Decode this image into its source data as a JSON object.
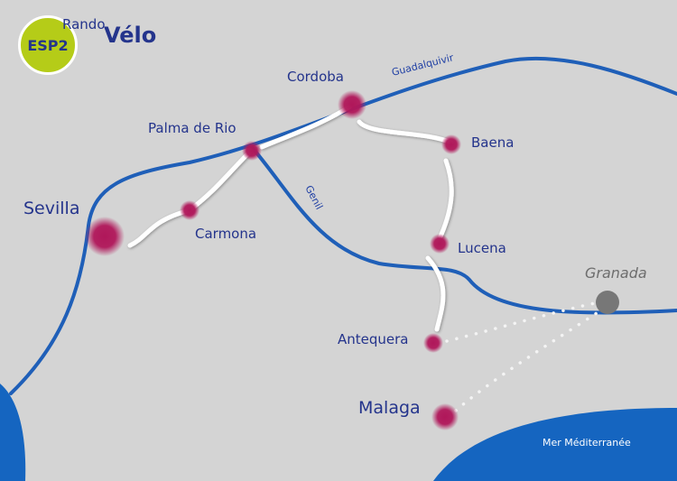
{
  "brand": {
    "badge": "ESP2",
    "name_small": "Rando",
    "name_large": "Vélo"
  },
  "colors": {
    "land": "#d4d4d4",
    "sea": "#1565c0",
    "river": "#1f5fb8",
    "route": "#ffffff",
    "city_dot": "#b0175a",
    "granada_dot": "#777777",
    "badge": "#b5cc18",
    "text": "#24348c"
  },
  "rivers": [
    {
      "id": "guadalquivir",
      "label": "Guadalquivir"
    },
    {
      "id": "genil",
      "label": "Genil"
    }
  ],
  "sea": {
    "label": "Mer Méditerranée"
  },
  "cities": [
    {
      "id": "sevilla",
      "label": "Sevilla"
    },
    {
      "id": "carmona",
      "label": "Carmona"
    },
    {
      "id": "palma-de-rio",
      "label": "Palma de Rio"
    },
    {
      "id": "cordoba",
      "label": "Cordoba"
    },
    {
      "id": "baena",
      "label": "Baena"
    },
    {
      "id": "lucena",
      "label": "Lucena"
    },
    {
      "id": "antequera",
      "label": "Antequera"
    },
    {
      "id": "malaga",
      "label": "Malaga"
    },
    {
      "id": "granada",
      "label": "Granada"
    }
  ],
  "routes": {
    "cycled": [
      "sevilla",
      "carmona",
      "palma-de-rio",
      "cordoba",
      "baena",
      "lucena",
      "antequera"
    ],
    "transfer": [
      "antequera-granada",
      "malaga-granada"
    ]
  }
}
